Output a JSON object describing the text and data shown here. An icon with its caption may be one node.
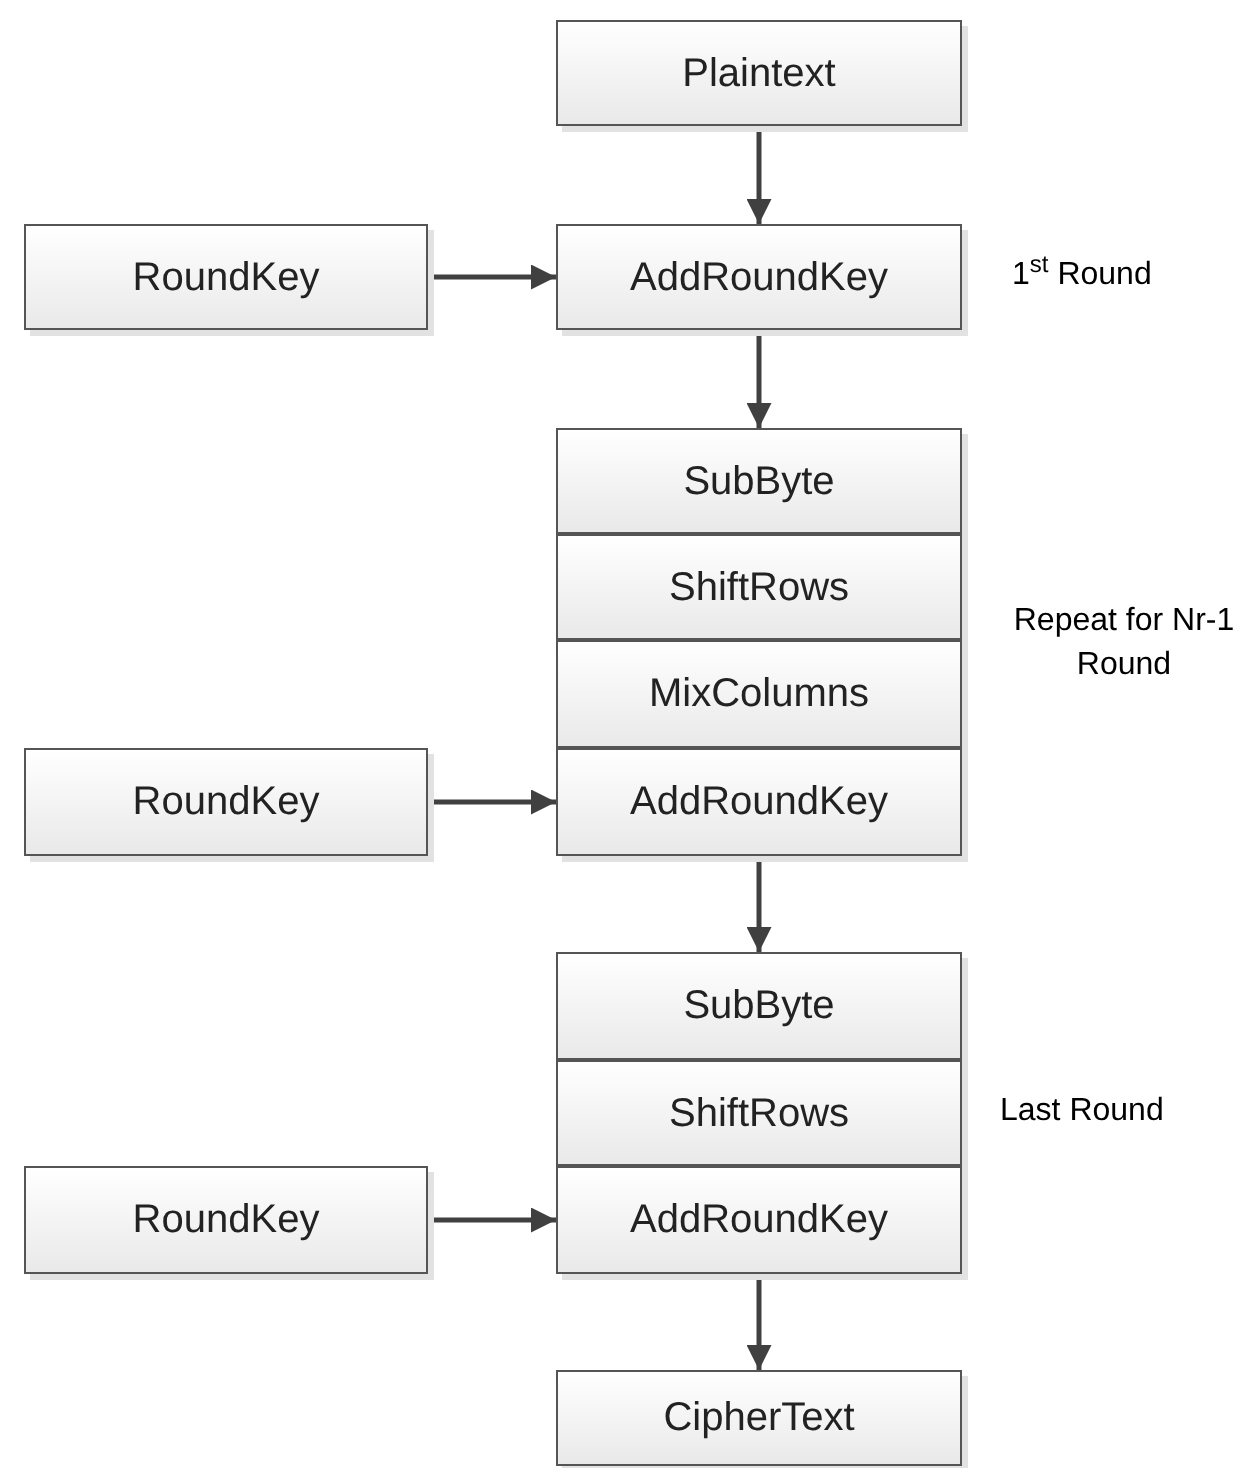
{
  "diagram": {
    "nodes": [
      {
        "text": [
          "Plaintext"
        ]
      },
      {
        "text": [
          "RoundKey"
        ]
      },
      {
        "text": [
          "AddRoundKey"
        ]
      },
      {
        "text": [
          "SubByte"
        ]
      },
      {
        "text": [
          "ShiftRows"
        ]
      },
      {
        "text": [
          "MixColumns"
        ]
      },
      {
        "text": [
          "RoundKey"
        ]
      },
      {
        "text": [
          "AddRoundKey"
        ]
      },
      {
        "text": [
          "SubByte"
        ]
      },
      {
        "text": [
          "ShiftRows"
        ]
      },
      {
        "text": [
          "RoundKey"
        ]
      },
      {
        "text": [
          "AddRoundKey"
        ]
      },
      {
        "text": [
          "CipherText"
        ]
      }
    ],
    "edges": [
      {
        "from": 0,
        "to": 2,
        "arrow": "to"
      },
      {
        "from": 1,
        "to": 2,
        "arrow": "to"
      },
      {
        "from": 2,
        "to": 3,
        "arrow": "to"
      },
      {
        "from": 6,
        "to": 7,
        "arrow": "to"
      },
      {
        "from": 7,
        "to": 8,
        "arrow": "to"
      },
      {
        "from": 10,
        "to": 11,
        "arrow": "to"
      },
      {
        "from": 11,
        "to": 12,
        "arrow": "to"
      }
    ],
    "labels": [
      "1$^{st}$ Round",
      "Repeat for Nr-1 Round",
      "Last Round"
    ]
  }
}
